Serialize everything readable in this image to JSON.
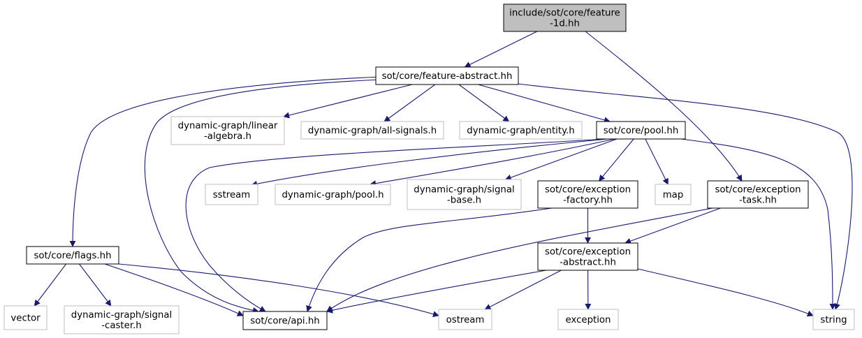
{
  "diagram": {
    "nodes": [
      {
        "id": "root",
        "kind": "root",
        "lines": [
          "include/sot/core/feature",
          "-1d.hh"
        ]
      },
      {
        "id": "feature_abstract",
        "kind": "documented",
        "lines": [
          "sot/core/feature-abstract.hh"
        ]
      },
      {
        "id": "linear_algebra",
        "kind": "external",
        "lines": [
          "dynamic-graph/linear",
          "-algebra.h"
        ]
      },
      {
        "id": "all_signals",
        "kind": "external",
        "lines": [
          "dynamic-graph/all-signals.h"
        ]
      },
      {
        "id": "entity",
        "kind": "external",
        "lines": [
          "dynamic-graph/entity.h"
        ]
      },
      {
        "id": "pool",
        "kind": "documented",
        "lines": [
          "sot/core/pool.hh"
        ]
      },
      {
        "id": "sstream",
        "kind": "external",
        "lines": [
          "sstream"
        ]
      },
      {
        "id": "dg_pool",
        "kind": "external",
        "lines": [
          "dynamic-graph/pool.h"
        ]
      },
      {
        "id": "signal_base",
        "kind": "external",
        "lines": [
          "dynamic-graph/signal",
          "-base.h"
        ]
      },
      {
        "id": "exc_factory",
        "kind": "documented",
        "lines": [
          "sot/core/exception",
          "-factory.hh"
        ]
      },
      {
        "id": "map",
        "kind": "external",
        "lines": [
          "map"
        ]
      },
      {
        "id": "exc_task",
        "kind": "documented",
        "lines": [
          "sot/core/exception",
          "-task.hh"
        ]
      },
      {
        "id": "exc_abstract",
        "kind": "documented",
        "lines": [
          "sot/core/exception",
          "-abstract.hh"
        ]
      },
      {
        "id": "flags",
        "kind": "documented",
        "lines": [
          "sot/core/flags.hh"
        ]
      },
      {
        "id": "vector",
        "kind": "external",
        "lines": [
          "vector"
        ]
      },
      {
        "id": "signal_caster",
        "kind": "external",
        "lines": [
          "dynamic-graph/signal",
          "-caster.h"
        ]
      },
      {
        "id": "api",
        "kind": "documented",
        "lines": [
          "sot/core/api.hh"
        ]
      },
      {
        "id": "ostream",
        "kind": "external",
        "lines": [
          "ostream"
        ]
      },
      {
        "id": "exception",
        "kind": "external",
        "lines": [
          "exception"
        ]
      },
      {
        "id": "string",
        "kind": "external",
        "lines": [
          "string"
        ]
      }
    ],
    "edges": [
      [
        "root",
        "feature_abstract"
      ],
      [
        "root",
        "exc_task"
      ],
      [
        "feature_abstract",
        "linear_algebra"
      ],
      [
        "feature_abstract",
        "all_signals"
      ],
      [
        "feature_abstract",
        "entity"
      ],
      [
        "feature_abstract",
        "pool"
      ],
      [
        "feature_abstract",
        "flags"
      ],
      [
        "feature_abstract",
        "api"
      ],
      [
        "feature_abstract",
        "string"
      ],
      [
        "pool",
        "sstream"
      ],
      [
        "pool",
        "dg_pool"
      ],
      [
        "pool",
        "signal_base"
      ],
      [
        "pool",
        "exc_factory"
      ],
      [
        "pool",
        "map"
      ],
      [
        "pool",
        "api"
      ],
      [
        "pool",
        "string"
      ],
      [
        "exc_factory",
        "exc_abstract"
      ],
      [
        "exc_factory",
        "api"
      ],
      [
        "exc_task",
        "exc_abstract"
      ],
      [
        "exc_task",
        "api"
      ],
      [
        "exc_abstract",
        "api"
      ],
      [
        "exc_abstract",
        "ostream"
      ],
      [
        "exc_abstract",
        "exception"
      ],
      [
        "exc_abstract",
        "string"
      ],
      [
        "flags",
        "vector"
      ],
      [
        "flags",
        "signal_caster"
      ],
      [
        "flags",
        "api"
      ],
      [
        "flags",
        "ostream"
      ]
    ]
  }
}
